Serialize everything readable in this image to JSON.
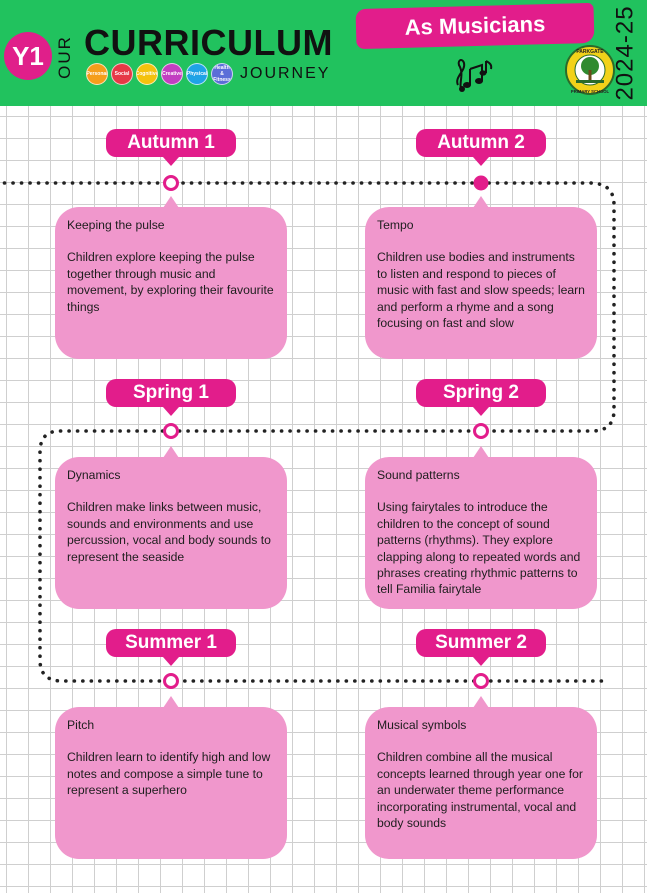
{
  "header": {
    "year_badge": "Y1",
    "our": "OUR",
    "curriculum": "CURRICULUM",
    "journey": "JOURNEY",
    "subject": "As Musicians",
    "academic_year": "2024-25",
    "skills": [
      {
        "label": "Personal",
        "color": "#f59e1b"
      },
      {
        "label": "Social",
        "color": "#e63946"
      },
      {
        "label": "Cognitive",
        "color": "#f4c20d"
      },
      {
        "label": "Creative",
        "color": "#c23ec1"
      },
      {
        "label": "Physical",
        "color": "#1fa3e6"
      },
      {
        "label": "Health & Fitness",
        "color": "#5b6ed8"
      }
    ],
    "school_logo": {
      "top_text": "PARKGATE",
      "bottom_text": "PRIMARY SCHOOL"
    }
  },
  "terms": [
    {
      "label": "Autumn 1",
      "title": "Keeping the pulse",
      "body": "Children explore keeping the pulse together through music and movement, by exploring their favourite things"
    },
    {
      "label": "Autumn 2",
      "title": "Tempo",
      "body": "Children use bodies and instruments to listen and respond to pieces of music with fast and slow speeds; learn and perform a rhyme and a song focusing on fast and slow"
    },
    {
      "label": "Spring 1",
      "title": "Dynamics",
      "body": "Children make links between music, sounds and environments and use percussion, vocal and body sounds to represent the seaside"
    },
    {
      "label": "Spring 2",
      "title": "Sound patterns",
      "body": "Using fairytales to introduce the children to the concept of sound patterns (rhythms). They explore clapping along to repeated words and phrases creating rhythmic patterns to tell Familia fairytale"
    },
    {
      "label": "Summer 1",
      "title": "Pitch",
      "body": "Children learn to identify high and low notes and compose a simple tune to represent a superhero"
    },
    {
      "label": "Summer 2",
      "title": "Musical symbols",
      "body": "Children combine all the musical concepts learned through year one for an underwater theme performance incorporating instrumental, vocal and body sounds"
    }
  ],
  "colors": {
    "header_green": "#21c25e",
    "accent_pink": "#e21d8b",
    "card_pink": "#f097cc"
  }
}
